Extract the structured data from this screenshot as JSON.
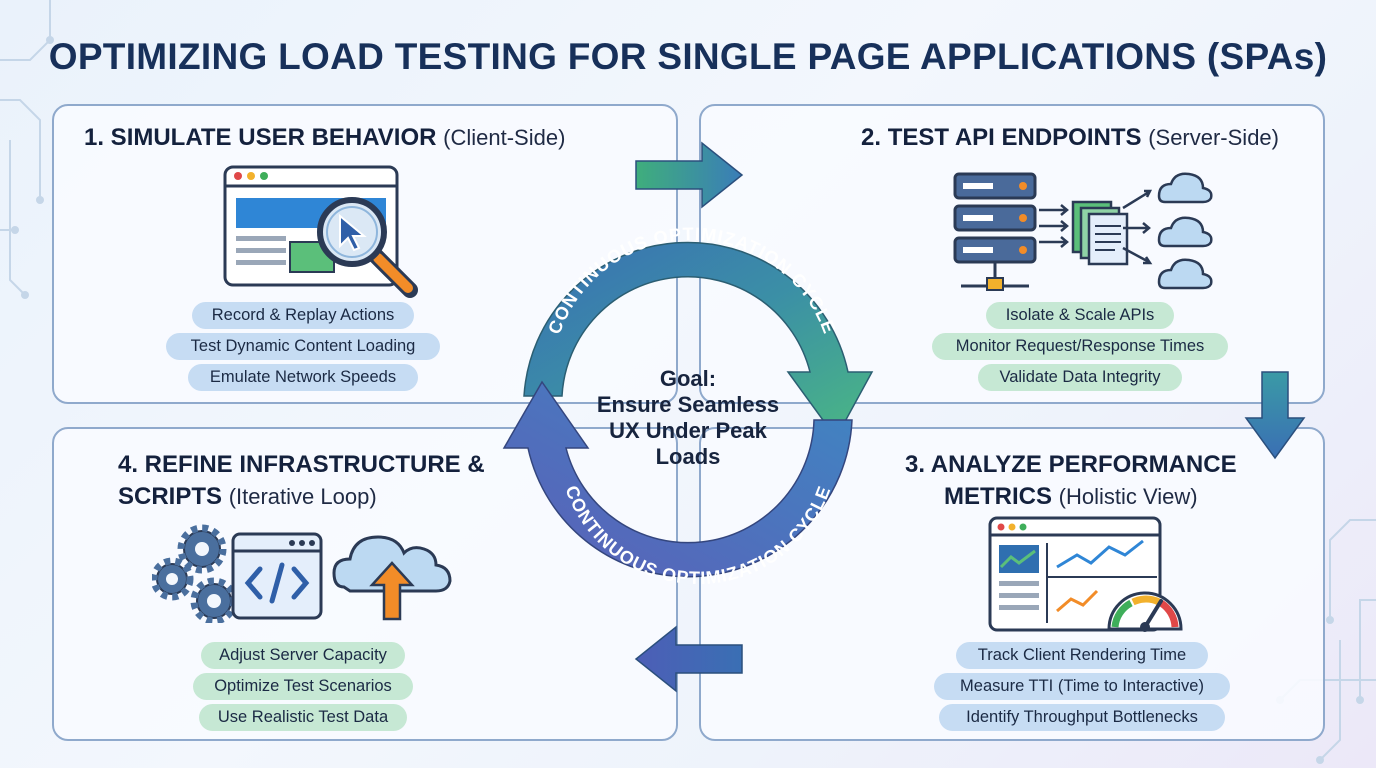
{
  "title": "OPTIMIZING LOAD TESTING FOR SINGLE PAGE APPLICATIONS (SPAs)",
  "cycle": {
    "top_label": "CONTINUOUS OPTIMIZATION CYCLE",
    "bottom_label": "CONTINUOUS OPTIMIZATION CYCLE",
    "goal_lines": [
      "Goal:",
      "Ensure Seamless",
      "UX Under Peak",
      "Loads"
    ]
  },
  "panels": {
    "p1": {
      "title_main": "1. SIMULATE USER BEHAVIOR",
      "title_sub": "(Client-Side)",
      "items": [
        "Record & Replay Actions",
        "Test Dynamic Content Loading",
        "Emulate Network Speeds"
      ]
    },
    "p2": {
      "title_main": "2. TEST API ENDPOINTS",
      "title_sub": "(Server-Side)",
      "items": [
        "Isolate & Scale APIs",
        "Monitor Request/Response Times",
        "Validate Data Integrity"
      ]
    },
    "p3": {
      "title_line1": "3. ANALYZE PERFORMANCE",
      "title_line2_main": "METRICS",
      "title_line2_sub": "(Holistic View)",
      "items": [
        "Track Client Rendering Time",
        "Measure TTI (Time to Interactive)",
        "Identify Throughput Bottlenecks"
      ]
    },
    "p4": {
      "title_line1": "4. REFINE INFRASTRUCTURE &",
      "title_line2_main": "SCRIPTS",
      "title_line2_sub": "(Iterative Loop)",
      "items": [
        "Adjust Server Capacity",
        "Optimize Test Scenarios",
        "Use Realistic Test Data"
      ]
    }
  },
  "icons": {
    "p1": [
      "browser-window-icon",
      "magnifier-icon",
      "cursor-icon"
    ],
    "p2": [
      "server-rack-icon",
      "documents-icon",
      "cloud-icon"
    ],
    "p3": [
      "dashboard-icon",
      "gauge-icon"
    ],
    "p4": [
      "gears-icon",
      "code-window-icon",
      "cloud-upload-icon"
    ]
  },
  "colors": {
    "title": "#17305a",
    "pill_blue": "#c6dcf3",
    "pill_green": "#c6e8d4",
    "cycle_green": "#3fae7c",
    "cycle_blue": "#3a6fb4",
    "cycle_purple": "#5b5fb8",
    "accent_orange": "#f28c28"
  }
}
